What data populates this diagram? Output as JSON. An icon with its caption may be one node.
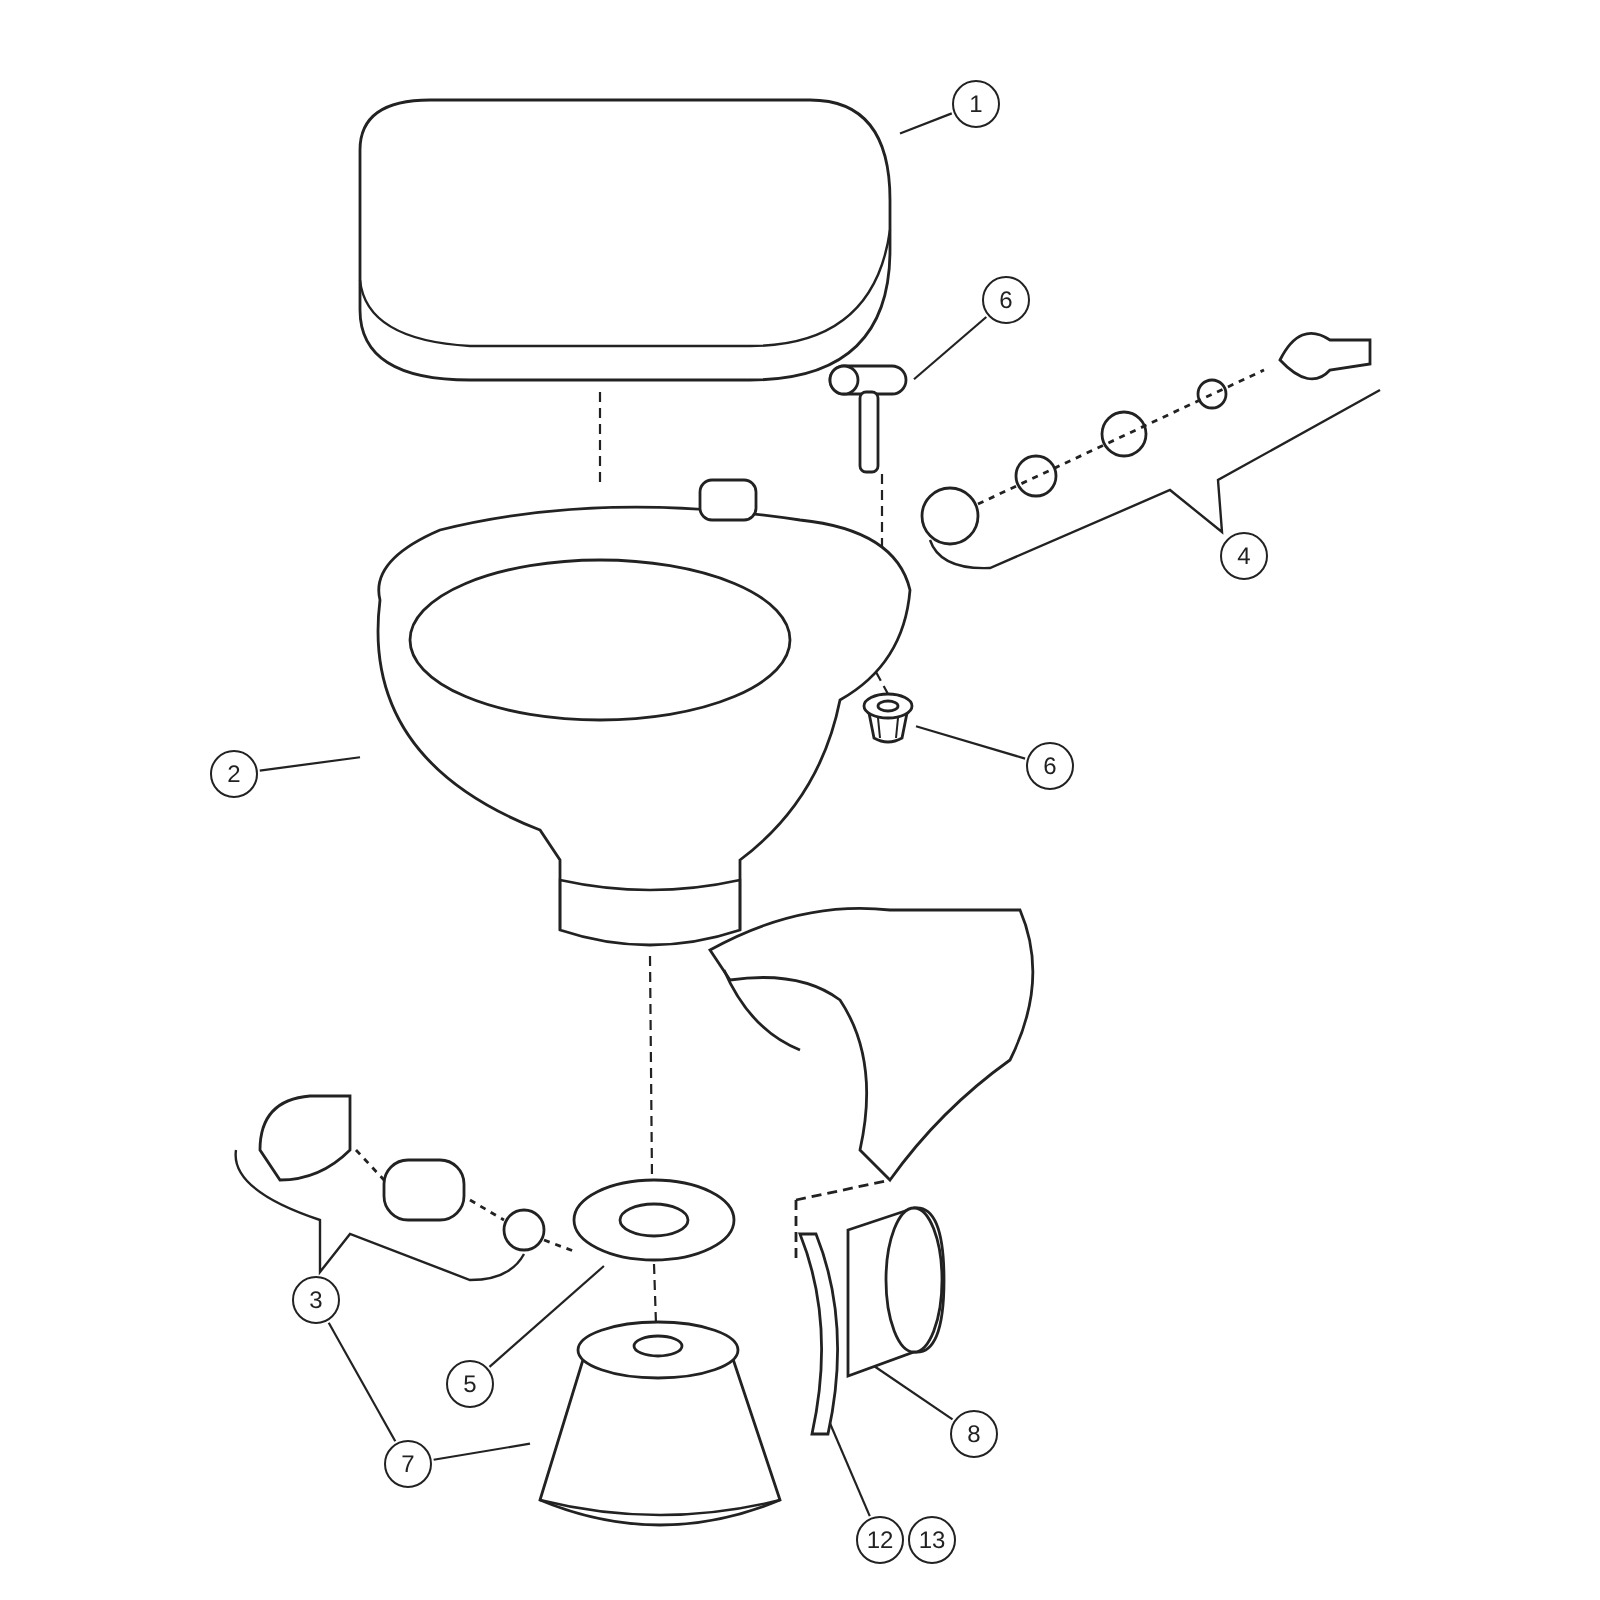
{
  "diagram": {
    "nodes": [
      {
        "text": [
          "1"
        ]
      },
      {
        "text": [],
        "shape": "picture"
      },
      {
        "text": [
          "6"
        ]
      },
      {
        "text": [],
        "shape": "picture"
      },
      {
        "text": [
          "6"
        ]
      },
      {
        "text": [],
        "shape": "picture"
      },
      {
        "text": [
          "2"
        ]
      },
      {
        "text": [],
        "shape": "picture"
      },
      {
        "text": [
          "3"
        ]
      },
      {
        "text": [
          "7"
        ]
      },
      {
        "text": [],
        "shape": "picture"
      },
      {
        "text": [
          "5"
        ]
      },
      {
        "text": [],
        "shape": "picture"
      },
      {
        "text": [
          "8"
        ]
      },
      {
        "text": [],
        "shape": "picture"
      },
      {
        "text": [
          "12"
        ]
      },
      {
        "text": [],
        "shape": "picture"
      },
      {
        "text": [
          "4"
        ]
      },
      {
        "text": [
          "13"
        ]
      }
    ],
    "edges": [
      {
        "from": 0,
        "to": 1,
        "arrow": "none"
      },
      {
        "from": 2,
        "to": 3,
        "arrow": "none"
      },
      {
        "from": 4,
        "to": 5,
        "arrow": "none"
      },
      {
        "from": 6,
        "to": 7,
        "arrow": "none"
      },
      {
        "from": 8,
        "to": 9,
        "arrow": "none"
      },
      {
        "from": 9,
        "to": 10,
        "arrow": "none"
      },
      {
        "from": 11,
        "to": 12,
        "arrow": "none"
      },
      {
        "from": 13,
        "to": 14,
        "arrow": "none"
      },
      {
        "from": 15,
        "to": 16,
        "arrow": "none"
      },
      {
        "from": 1,
        "to": 7,
        "arrow": "none",
        "style": "dashed"
      },
      {
        "from": 7,
        "to": 12,
        "arrow": "none",
        "style": "dashed"
      },
      {
        "from": 12,
        "to": 10,
        "arrow": "none",
        "style": "dashed"
      },
      {
        "from": 3,
        "to": 7,
        "arrow": "none",
        "style": "dashed"
      },
      {
        "from": 7,
        "to": 5,
        "arrow": "none",
        "style": "dashed"
      }
    ]
  }
}
